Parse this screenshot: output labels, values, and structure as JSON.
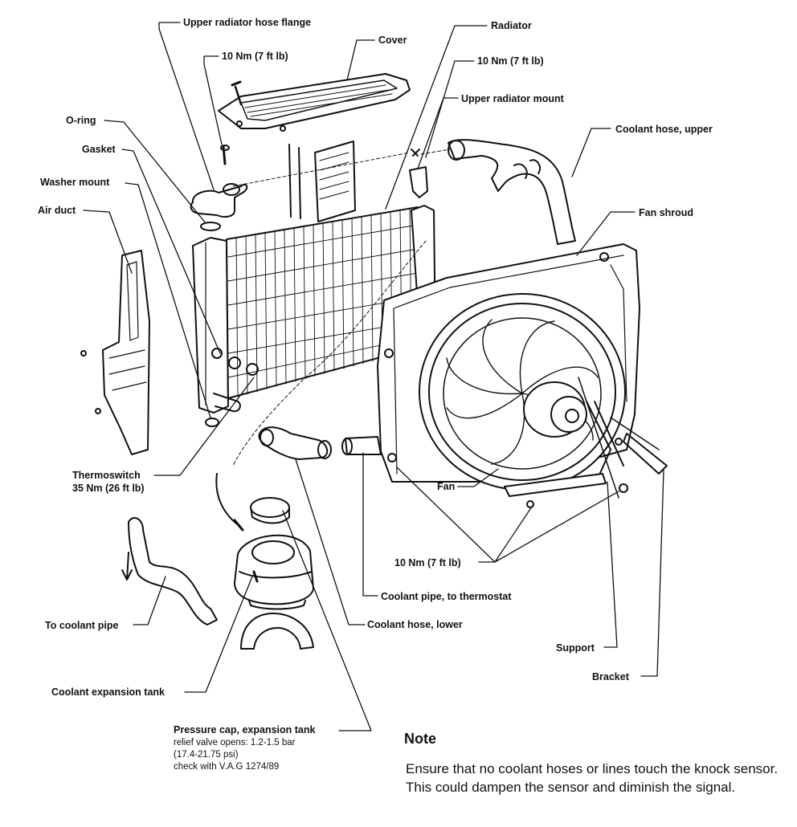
{
  "labels": {
    "upper_radiator_hose_flange": "Upper radiator hose flange",
    "torque_10nm_left": "10 Nm (7 ft lb)",
    "cover": "Cover",
    "radiator": "Radiator",
    "torque_10nm_right": "10 Nm (7 ft lb)",
    "upper_radiator_mount": "Upper radiator mount",
    "o_ring": "O-ring",
    "gasket": "Gasket",
    "coolant_hose_upper": "Coolant hose, upper",
    "washer_mount": "Washer mount",
    "air_duct": "Air duct",
    "fan_shroud": "Fan shroud",
    "thermoswitch": "Thermoswitch",
    "thermoswitch_torque": "35 Nm (26 ft lb)",
    "fan": "Fan",
    "torque_10nm_bottom": "10 Nm (7 ft lb)",
    "coolant_pipe_to_thermostat": "Coolant pipe, to thermostat",
    "to_coolant_pipe": "To coolant pipe",
    "coolant_hose_lower": "Coolant hose, lower",
    "support": "Support",
    "bracket": "Bracket",
    "coolant_expansion_tank": "Coolant expansion tank",
    "pressure_cap": "Pressure cap, expansion tank",
    "relief_valve_line1": "relief valve opens: 1.2-1.5 bar",
    "relief_valve_line2": "(17.4-21.75 psi)",
    "check_with": "check with V.A.G 1274/89"
  },
  "note": {
    "heading": "Note",
    "body": "Ensure that no coolant hoses or lines touch the knock sensor. This could dampen the sensor and diminish the signal."
  },
  "colors": {
    "ink": "#111111",
    "paper": "#ffffff"
  }
}
